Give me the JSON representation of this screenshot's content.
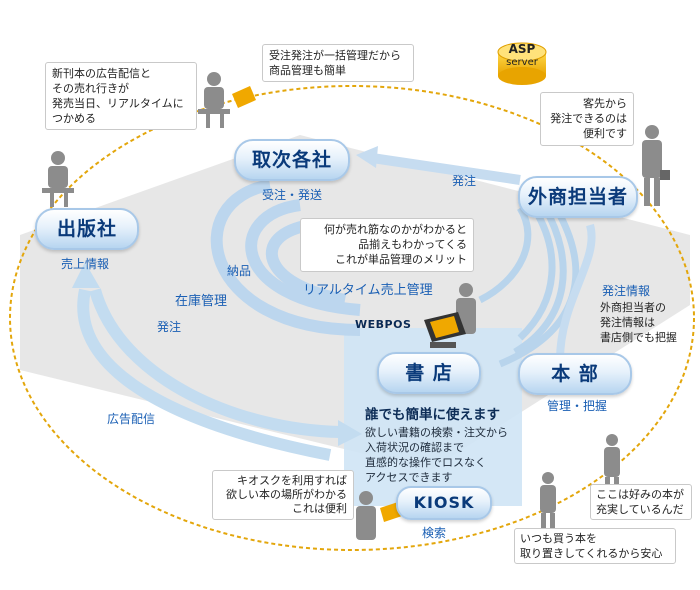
{
  "nodes": {
    "publisher": "出版社",
    "distributor": "取次各社",
    "sales_rep": "外商担当者",
    "bookstore": "書 店",
    "hq": "本 部",
    "kiosk": "KIOSK"
  },
  "labels": {
    "publisher_sub": "売上情報",
    "distributor_sub": "受注・発送",
    "hq_sub": "管理・把握",
    "kiosk_sub": "検索",
    "order_top": "発注",
    "order_left": "発注",
    "delivery": "納品",
    "inventory": "在庫管理",
    "realtime": "リアルタイム売上管理",
    "ad": "広告配信",
    "order_info": "発注情報"
  },
  "asp": {
    "title": "ASP",
    "sub": "server"
  },
  "webpos": "WEBPOS",
  "bookstore_panel": {
    "headline": "誰でも簡単に使えます",
    "lines": [
      "欲しい書籍の検索・注文から",
      "入荷状況の確認まで",
      "直感的な操作でロスなく",
      "アクセスできます"
    ]
  },
  "notes": {
    "publisher": [
      "新刊本の広告配信と",
      "その売れ行きが",
      "発売当日、リアルタイムに",
      "つかめる"
    ],
    "distributor": [
      "受注発注が一括管理だから",
      "商品管理も簡単"
    ],
    "sales_rep": [
      "客先から",
      "発注できるのは",
      "便利です"
    ],
    "merit": [
      "何が売れ筋なのかがわかると",
      "品揃えもわかってくる",
      "これが単品管理のメリット"
    ],
    "hq": [
      "外商担当者の",
      "発注情報は",
      "書店側でも把握"
    ],
    "kiosk": [
      "キオスクを利用すれば",
      "欲しい本の場所がわかる",
      "これは便利"
    ],
    "customer1": [
      "ここは好みの本が",
      "充実しているんだ"
    ],
    "customer2": [
      "いつも買う本を",
      "取り置きしてくれるから安心"
    ]
  },
  "colors": {
    "arrow": "#b8d4ec",
    "ellipse": "#e2a70a",
    "panel": "#d3e7f6",
    "plane": "#e3e3e3",
    "asp": "#f2b705"
  }
}
